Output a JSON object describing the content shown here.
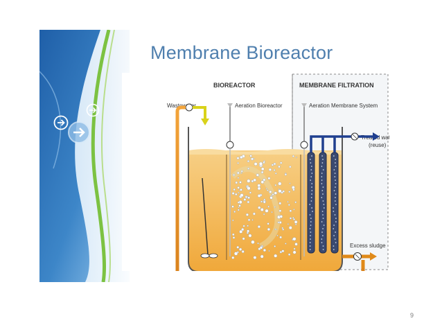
{
  "slide": {
    "title": "Membrane Bioreactor",
    "page_number": "9"
  },
  "diagram": {
    "section_bioreactor": "BIOREACTOR",
    "section_membrane": "MEMBRANE FILTRATION",
    "label_wastewater": "Wastewater",
    "label_aeration_bioreactor": "Aeration Bioreactor",
    "label_aeration_membrane": "Aeration Membrane System",
    "label_treated_water_1": "Treated water",
    "label_treated_water_2": "(reuse)",
    "label_excess_sludge": "Excess sludge"
  },
  "colors": {
    "title": "#4f7fae",
    "liquid": "#f2b44a",
    "pipe": "#e08a1a",
    "membrane_pipe": "#1f3f8f",
    "wastewater_arrow": "#d9d21a",
    "sidebar_blue": "#2f6fb3",
    "sidebar_green": "#7cc242"
  },
  "icons": [
    "arrow-right-circle-icon",
    "arrow-right-circle-icon",
    "arrow-right-circle-icon"
  ]
}
